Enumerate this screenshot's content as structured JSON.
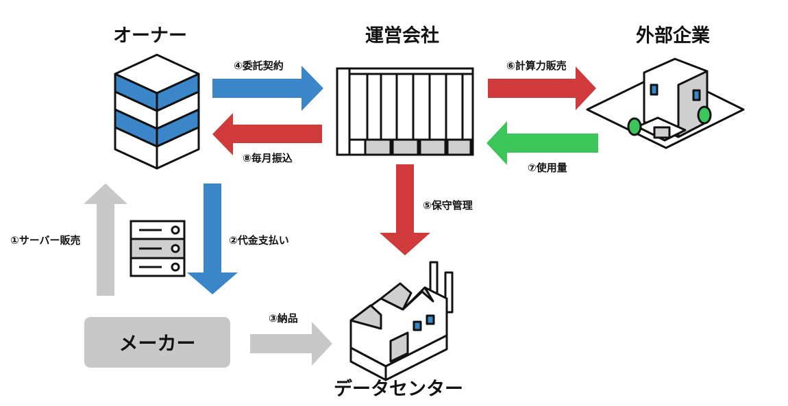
{
  "titles": {
    "owner": "オーナー",
    "operator": "運営会社",
    "external": "外部企業",
    "maker": "メーカー",
    "datacenter": "データセンター"
  },
  "flows": [
    {
      "id": "1",
      "label": "①サーバー販売",
      "color": "#c8c8c8"
    },
    {
      "id": "2",
      "label": "②代金支払い",
      "color": "#3a86c8"
    },
    {
      "id": "3",
      "label": "③納品",
      "color": "#c8c8c8"
    },
    {
      "id": "4",
      "label": "④委託契約",
      "color": "#3a86c8"
    },
    {
      "id": "5",
      "label": "⑤保守管理",
      "color": "#d13a3a"
    },
    {
      "id": "6",
      "label": "⑥計算力販売",
      "color": "#d13a3a"
    },
    {
      "id": "7",
      "label": "⑦使用量",
      "color": "#3cc65a"
    },
    {
      "id": "8",
      "label": "⑧毎月振込",
      "color": "#d13a3a"
    }
  ],
  "icons": [
    "server-stack-icon",
    "office-building-icon",
    "company-house-icon",
    "server-box-icon",
    "factory-icon"
  ],
  "colors": {
    "blue": "#3a86c8",
    "red": "#d13a3a",
    "green": "#3cc65a",
    "gray": "#c8c8c8",
    "maker_box": "#c8c8c8"
  }
}
